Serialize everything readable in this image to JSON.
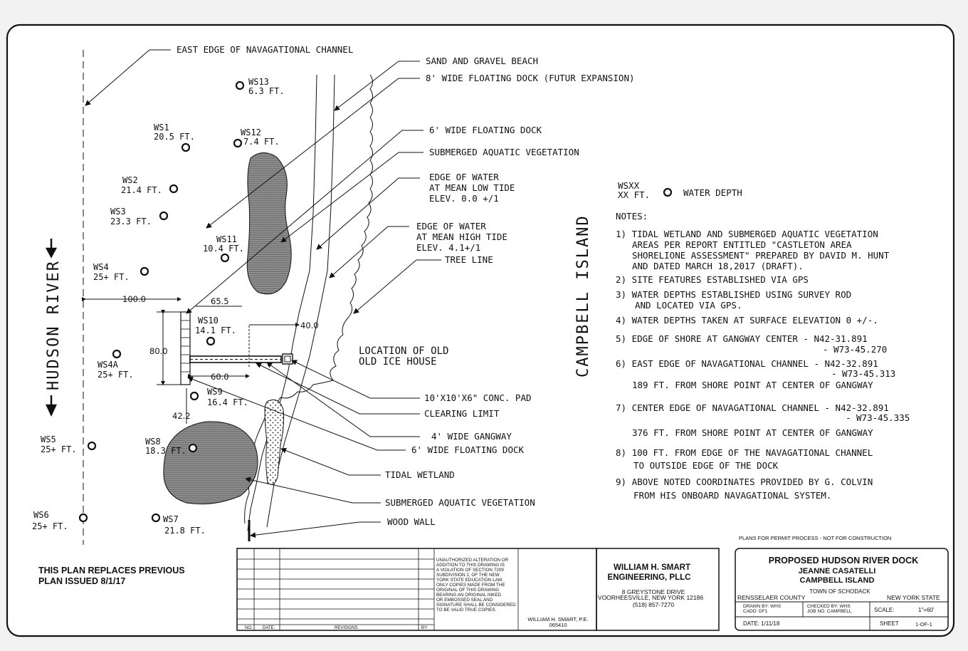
{
  "drawing": {
    "river_label": "HUDSON RIVER",
    "island_label": "CAMPBELL ISLAND",
    "leaders": {
      "east_edge_channel": "EAST EDGE OF NAVAGATIONAL CHANNEL",
      "sand_gravel_beach": "SAND AND GRAVEL BEACH",
      "floating_dock_8": "8' WIDE FLOATING DOCK (FUTUR EXPANSION)",
      "floating_dock_6_top": "6' WIDE FLOATING DOCK",
      "sav_top": "SUBMERGED AQUATIC VEGETATION",
      "low_tide_1": "EDGE OF WATER",
      "low_tide_2": "AT MEAN LOW TIDE",
      "low_tide_3": "ELEV. 0.0 +/1",
      "high_tide_1": "EDGE OF WATER",
      "high_tide_2": "AT MEAN HIGH TIDE",
      "high_tide_3": "ELEV. 4.1+/1",
      "tree_line": "TREE LINE",
      "ice_house_1": "LOCATION OF OLD",
      "ice_house_2": "OLD ICE HOUSE",
      "conc_pad": "10'X10'X6\" CONC. PAD",
      "clearing_limit": "CLEARING LIMIT",
      "gangway": "4' WIDE GANGWAY",
      "floating_dock_6_bottom": "6' WIDE FLOATING DOCK",
      "tidal_wetland": "TIDAL WETLAND",
      "sav_bottom": "SUBMERGED AQUATIC VEGETATION",
      "wood_wall": "WOOD WALL"
    },
    "dimensions": {
      "d100": "100.0",
      "d655": "65.5",
      "d40": "40.0",
      "d80": "80.0",
      "d60": "60.0",
      "d422": "42.2"
    },
    "soundings": [
      {
        "id": "WS13",
        "depth": "6.3 FT."
      },
      {
        "id": "WS1",
        "depth": "20.5 FT."
      },
      {
        "id": "WS12",
        "depth": "7.4 FT."
      },
      {
        "id": "WS2",
        "depth": "21.4 FT."
      },
      {
        "id": "WS3",
        "depth": "23.3 FT."
      },
      {
        "id": "WS11",
        "depth": "10.4 FT."
      },
      {
        "id": "WS4",
        "depth": "25+ FT."
      },
      {
        "id": "WS10",
        "depth": "14.1 FT."
      },
      {
        "id": "WS4A",
        "depth": "25+ FT."
      },
      {
        "id": "WS9",
        "depth": "16.4 FT."
      },
      {
        "id": "WS5",
        "depth": "25+ FT."
      },
      {
        "id": "WS8",
        "depth": "18.3 FT."
      },
      {
        "id": "WS6",
        "depth": "25+ FT."
      },
      {
        "id": "WS7",
        "depth": "21.8 FT."
      }
    ]
  },
  "legend": {
    "symbol_id": "WSXX",
    "symbol_depth": "XX FT.",
    "meaning": "WATER DEPTH"
  },
  "notes": {
    "heading": "NOTES:",
    "lines": [
      "1) TIDAL WETLAND AND SUBMERGED AQUATIC VEGETATION",
      "AREAS PER REPORT ENTITLED \"CASTLETON AREA",
      "SHORELIONE ASSESSMENT\" PREPARED BY DAVID M. HUNT",
      "AND DATED MARCH 18,2017 (DRAFT).",
      "2) SITE FEATURES ESTABLISHED VIA GPS",
      "3) WATER DEPTHS ESTABLISHED USING SURVEY ROD",
      "AND LOCATED VIA GPS.",
      "4) WATER DEPTHS TAKEN AT SURFACE ELEVATION 0 +/-.",
      "5) EDGE OF SHORE AT GANGWAY CENTER - N42-31.891",
      "- W73-45.270",
      "6) EAST EDGE OF NAVAGATIONAL CHANNEL - N42-32.891",
      "- W73-45.313",
      "189 FT. FROM SHORE POINT AT CENTER OF GANGWAY",
      "7) CENTER EDGE OF NAVAGATIONAL CHANNEL - N42-32.891",
      "- W73-45.335",
      "376 FT. FROM SHORE POINT AT CENTER OF GANGWAY",
      "8) 100 FT. FROM EDGE OF THE NAVAGATIONAL CHANNEL",
      "TO OUTSIDE EDGE OF THE DOCK",
      "9) ABOVE NOTED COORDINATES PROVIDED BY G. COLVIN",
      "FROM HIS ONBOARD NAVAGATIONAL SYSTEM."
    ]
  },
  "plan_note": {
    "line1": "THIS PLAN REPLACES PREVIOUS",
    "line2": "PLAN ISSUED 8/1/17"
  },
  "revisions": {
    "col_no": "NO.",
    "col_date": "DATE:",
    "col_rev": "REVISIONS",
    "col_by": "BY:"
  },
  "warning": [
    "UNAUTHORIZED ALTERATION OR",
    "ADDITION TO THIS DRAWING IS",
    "A VIOLATION OF SECTION 7209",
    "SUBDIVISION 2, OF THE NEW",
    "YORK STATE EDUCATION LAW.",
    "ONLY COPIES MADE FROM THE",
    "ORIGINAL OF THIS DRAWING",
    "BEARING AN ORIGINAL INKED",
    "OR EMBOSSED SEAL AND",
    "SIGNATURE SHALL BE CONSIDERED",
    "TO BE VALID TRUE COPIES."
  ],
  "seal": {
    "line1": "WILLIAM H. SMART, P.E.",
    "line2": "065410"
  },
  "engineer": {
    "name1": "WILLIAM H. SMART",
    "name2": "ENGINEERING, PLLC",
    "addr1": "8 GREYSTONE DRIVE",
    "addr2": "VOORHEESVILLE, NEW YORK 12186",
    "phone": "(518) 857-7270"
  },
  "title_block": {
    "permit_note": "PLANS FOR PERMIT PROCESS - NOT FOR CONSTRUCTION",
    "title": "PROPOSED HUDSON RIVER DOCK",
    "owner": "JEANNE CASATELLI",
    "site": "CAMPBELL ISLAND",
    "town": "TOWN OF SCHODACK",
    "county": "RENSSELAER COUNTY",
    "state": "NEW YORK STATE",
    "drawn_by": "DRAWN BY: WHS",
    "cadd": "CADD: DF1",
    "checked_by": "CHECKED BY: WHS",
    "job_no": "JOB NO. CAMPBELL",
    "scale_label": "SCALE:",
    "scale_value": "1\"=60'",
    "date": "DATE: 1/11/18",
    "sheet_label": "SHEET",
    "sheet_value": "1-OF-1"
  }
}
